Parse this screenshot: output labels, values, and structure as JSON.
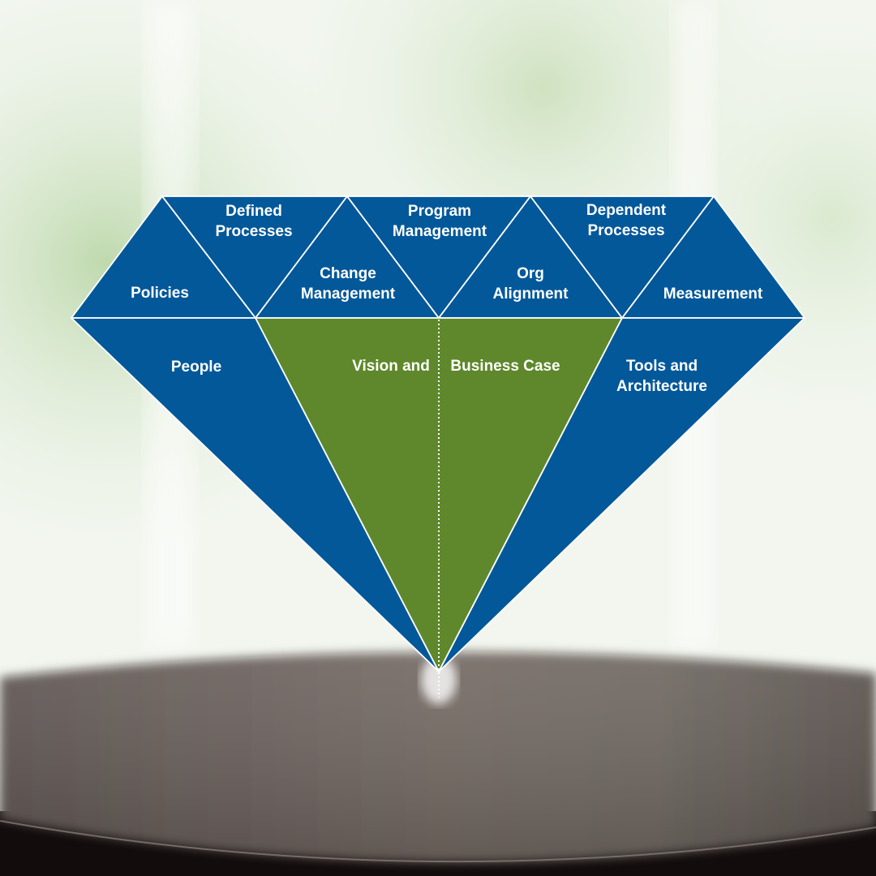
{
  "colors": {
    "facet_blue": "#03589A",
    "facet_green": "#5E882B",
    "edge_line": "#FFFFFF",
    "table_top": "#6E6560",
    "table_edge": "#120C0C",
    "background_light": "#F4F7F1",
    "background_green": "#CFE3C0"
  },
  "diagram": {
    "shape": "diamond",
    "crown_facets": [
      {
        "id": "policies",
        "lines": [
          "Policies"
        ]
      },
      {
        "id": "defined-processes",
        "lines": [
          "Defined",
          "Processes"
        ]
      },
      {
        "id": "change-management",
        "lines": [
          "Change",
          "Management"
        ]
      },
      {
        "id": "program-management",
        "lines": [
          "Program",
          "Management"
        ]
      },
      {
        "id": "org-alignment",
        "lines": [
          "Org",
          "Alignment"
        ]
      },
      {
        "id": "dependent-processes",
        "lines": [
          "Dependent",
          "Processes"
        ]
      },
      {
        "id": "measurement",
        "lines": [
          "Measurement"
        ]
      }
    ],
    "pavilion_facets": [
      {
        "id": "people",
        "lines": [
          "People"
        ]
      },
      {
        "id": "vision-business-case",
        "lines": [
          "Vision and",
          "Business Case"
        ],
        "highlighted": true
      },
      {
        "id": "tools-architecture",
        "lines": [
          "Tools and",
          "Architecture"
        ]
      }
    ]
  }
}
